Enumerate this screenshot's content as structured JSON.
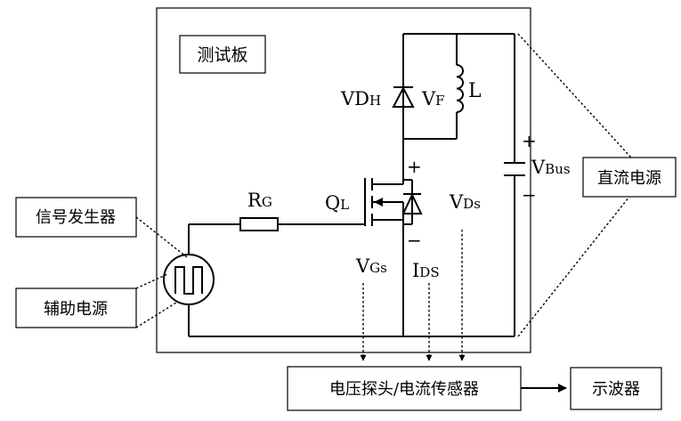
{
  "labels": {
    "test_board": "测试板",
    "signal_generator": "信号发生器",
    "aux_power": "辅助电源",
    "dc_power": "直流电源",
    "probe_sensor": "电压探头/电流传感器",
    "oscilloscope": "示波器"
  },
  "components": {
    "rg_main": "R",
    "rg_sub": "G",
    "ql_main": "Q",
    "ql_sub": "L",
    "vdh_main": "VD",
    "vdh_sub": "H",
    "vf_main": "V",
    "vf_sub": "F",
    "inductor": "L",
    "vbus_main": "V",
    "vbus_sub": "Bus",
    "vds_main": "V",
    "vds_sub": "Ds",
    "vgs_main": "V",
    "vgs_sub": "Gs",
    "ids_main": "I",
    "ids_sub": "DS"
  },
  "signs": {
    "plus_vbus": "+",
    "minus_vbus": "−",
    "plus_vds": "+",
    "minus_vds": "−"
  }
}
